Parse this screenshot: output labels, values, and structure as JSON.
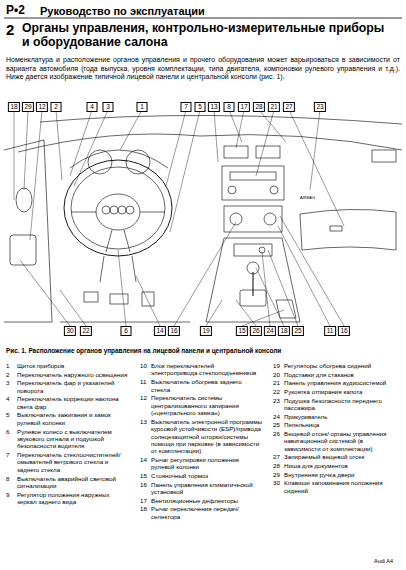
{
  "diagram": {
    "title": "Органы управления, контрольно-измерительные приборы и оборудование салона",
    "caption": "Рис. 1. Расположение органов управления на лицевой панели и центральной консоли",
    "labels": [
      "Р•2",
      "Руководство по эксплуатации",
      "2",
      "Номенклатура и расположение органов управления и прочего оборудования может варьироваться в зависимости от варианта автомобиля (года выпуска, уровня комплектации, типа двигателя, компоновки рулевого управления и т.д.). Ниже дается изображение типичной лицевой панели и центральной консоли (рис. 1).",
      "18",
      "29",
      "12",
      "2",
      "4",
      "3",
      "1",
      "7",
      "5",
      "13",
      "8",
      "17",
      "28",
      "21",
      "27",
      "23",
      "30",
      "22",
      "6",
      "14",
      "16",
      "19",
      "15",
      "26",
      "24",
      "18",
      "25",
      "11",
      "16",
      "AIRBAG",
      "1",
      "Щиток приборов",
      "2",
      "Переключатель наружного освещения",
      "3",
      "Переключатель фар и указателей поворота",
      "4",
      "Переключатель коррекции наклона света фар",
      "5",
      "Выключатель зажигания и замок рулевой колонки",
      "6",
      "Рулевое колесо с выключателем звукового сигнала и подушкой безопасности водителя",
      "7",
      "Переключатель стеклоочистителей/омывателей ветрового стекла и заднего стекла",
      "8",
      "Выключатель аварийной световой сигнализации",
      "9",
      "Регулятор положения наружных зеркал заднего вида",
      "10",
      "Блок переключателей электропривода стеклоподъемников",
      "11",
      "Выключатель обогрева заднего стекла",
      "12",
      "Переключатель системы централизованного запирания («центрального замка»)",
      "13",
      "Выключатель электронной программы курсовой устойчивости (ESP)/привода солнцезащитной шторки/системы помощи при парковке (в зависимости от комплектации)",
      "14",
      "Рычаг регулировки положения рулевой колонки",
      "15",
      "Стояночный тормоз",
      "16",
      "Панель управления климатической установкой",
      "17",
      "Вентиляционные дефлекторы",
      "18",
      "Рычаг переключения передач/селектора",
      "19",
      "Регуляторы обогрева сидений",
      "20",
      "Подставки для стаканов",
      "21",
      "Панель управления аудиосистемой",
      "22",
      "Рукоятка отпирания капота",
      "23",
      "Подушка безопасности переднего пассажира",
      "24",
      "Прикуриватель",
      "25",
      "Пепельница",
      "26",
      "Вещевой отсек/ органы управления навигационной системой (в зависимости от комплектации)",
      "27",
      "Запираемый вещевой отсек",
      "28",
      "Ниша для документов",
      "29",
      "Внутренняя ручка двери",
      "30",
      "Клавиши запоминания положения сидений",
      "Audi A4"
    ]
  }
}
